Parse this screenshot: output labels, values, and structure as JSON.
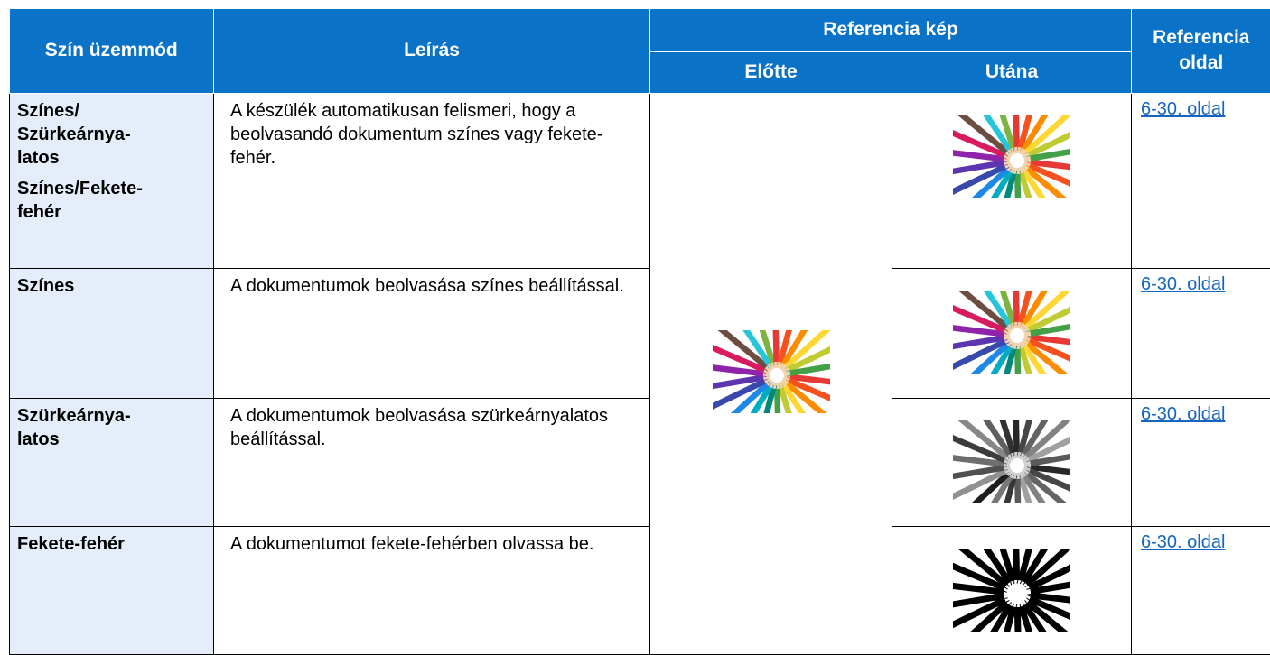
{
  "header": {
    "col_mode": "Szín üzemmód",
    "col_desc": "Leírás",
    "col_ref_image": "Referencia kép",
    "col_before": "Előtte",
    "col_after": "Utána",
    "col_ref_page": "Referencia oldal"
  },
  "colors": {
    "header_bg": "#0a72c7",
    "mode_cell_bg": "#e4edf9",
    "link": "#1565c0"
  },
  "before_image": {
    "icon": "color-pencils-image",
    "tone": "color"
  },
  "rows": [
    {
      "mode_lines": [
        "Színes/",
        "Szürkeárnya-",
        "latos"
      ],
      "mode_lines_2": [
        "Színes/Fekete-",
        "fehér"
      ],
      "description": "A készülék automatikusan felismeri, hogy a beolvasandó dokumentum színes vagy fekete-fehér.",
      "after_tone": "color",
      "ref_link": "6-30. oldal"
    },
    {
      "mode_lines": [
        "Színes"
      ],
      "mode_lines_2": [],
      "description": "A dokumentumok beolvasása színes beállítással.",
      "after_tone": "color",
      "ref_link": "6-30. oldal"
    },
    {
      "mode_lines": [
        "Szürkeárnya-",
        "latos"
      ],
      "mode_lines_2": [],
      "description": "A dokumentumok beolvasása szürkeárnyalatos beállítással.",
      "after_tone": "gray",
      "ref_link": "6-30. oldal"
    },
    {
      "mode_lines": [
        "Fekete-fehér"
      ],
      "mode_lines_2": [],
      "description": "A dokumentumot fekete-fehérben olvassa be.",
      "after_tone": "bw",
      "ref_link": "6-30. oldal"
    }
  ]
}
